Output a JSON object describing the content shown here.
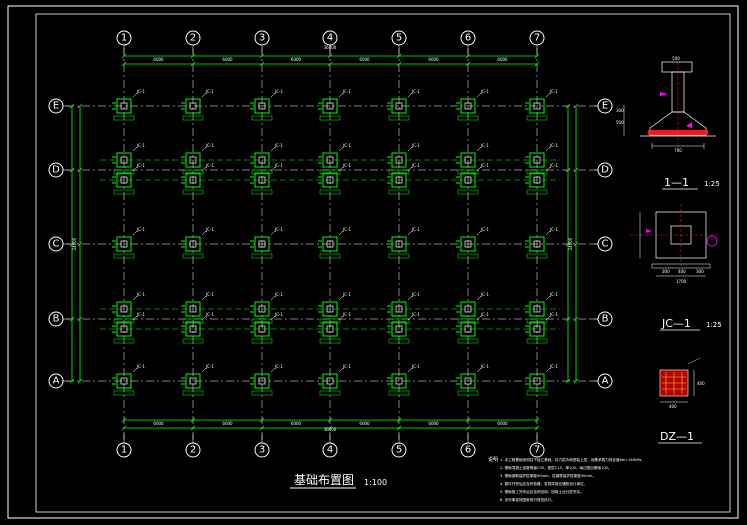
{
  "drawing": {
    "main_title": "基础布置图",
    "main_scale": "1:100",
    "columns": [
      "1",
      "2",
      "3",
      "4",
      "5",
      "6",
      "7"
    ],
    "rows": [
      "E",
      "D",
      "C",
      "B",
      "A"
    ],
    "overall_width": "36000",
    "bay_width": "6000",
    "overall_height": "24000",
    "footing_tag": "JC-1",
    "column_tag": "DZ-1"
  },
  "details": {
    "section_title": "1—1",
    "section_scale": "1:25",
    "plan_title": "JC—1",
    "plan_scale": "1:25",
    "column_title": "DZ—1",
    "plan_dims": [
      "300",
      "400",
      "1700",
      "300"
    ],
    "section_dims": [
      "500",
      "300",
      "500",
      "300",
      "700"
    ],
    "column_dims": [
      "400",
      "400"
    ]
  },
  "notes": {
    "heading": "说明",
    "lines": [
      "1. 本工程基础采用柱下独立基础，持力层为粉质粘土层，地基承载力特征值fak=180kPa。",
      "2. 基础混凝土强度等级C30，垫层C15，厚100，每边宽出基础100。",
      "3. 基础钢筋保护层厚度40mm，柱钢筋保护层厚度30mm。",
      "4. 基坑开挖后应及时验槽，发现异常应通知设计单位。",
      "5. 基础施工完毕后应及时回填，回填土应分层夯实。",
      "6. 未尽事宜按国家现行规范执行。"
    ]
  },
  "colors": {
    "background": "#000000",
    "structure": "#00ff00",
    "text": "#ffffff",
    "accent": "#ff2020",
    "magenta": "#ff00ff",
    "frame": "#ffffff"
  }
}
